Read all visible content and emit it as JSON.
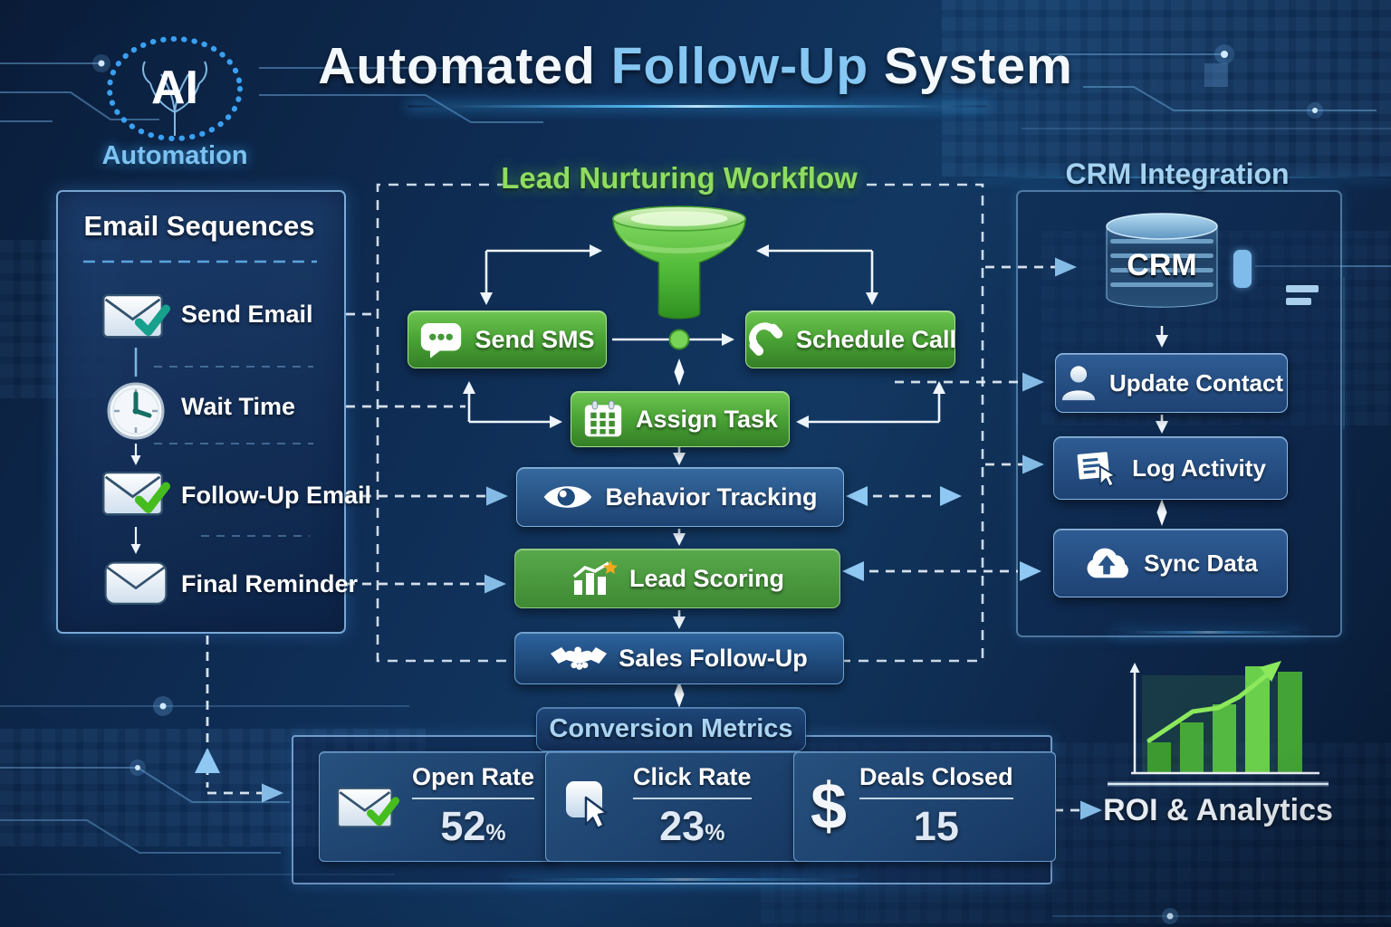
{
  "header": {
    "logo": {
      "text": "AI",
      "caption": "Automation",
      "icon": "ai-brain-icon"
    },
    "title": {
      "part1": "Automated",
      "part2": "Follow-Up",
      "part3": "System"
    }
  },
  "email_sequences": {
    "title": "Email Sequences",
    "items": [
      {
        "label": "Send Email",
        "icon": "email-check-teal-icon"
      },
      {
        "label": "Wait Time",
        "icon": "clock-icon"
      },
      {
        "label": "Follow-Up Email",
        "icon": "email-check-green-icon"
      },
      {
        "label": "Final Reminder",
        "icon": "envelope-icon"
      }
    ]
  },
  "workflow": {
    "title": "Lead Nurturing Workflow",
    "funnel_icon": "funnel-icon",
    "nodes": [
      {
        "label": "Send SMS",
        "icon": "sms-bubble-icon",
        "style": "green"
      },
      {
        "label": "Schedule Call",
        "icon": "phone-icon",
        "style": "green"
      },
      {
        "label": "Assign Task",
        "icon": "calendar-icon",
        "style": "green"
      },
      {
        "label": "Behavior Tracking",
        "icon": "eye-icon",
        "style": "blue"
      },
      {
        "label": "Lead Scoring",
        "icon": "bar-chart-star-icon",
        "style": "green"
      },
      {
        "label": "Sales Follow-Up",
        "icon": "handshake-icon",
        "style": "blue"
      }
    ]
  },
  "crm": {
    "title": "CRM Integration",
    "database_label": "CRM",
    "database_icon": "database-icon",
    "nodes": [
      {
        "label": "Update Contact",
        "icon": "person-icon"
      },
      {
        "label": "Log Activity",
        "icon": "log-document-icon"
      },
      {
        "label": "Sync Data",
        "icon": "cloud-upload-icon"
      }
    ]
  },
  "metrics": {
    "title": "Conversion Metrics",
    "cards": [
      {
        "label": "Open Rate",
        "value": "52",
        "unit": "%",
        "icon": "email-open-icon"
      },
      {
        "label": "Click Rate",
        "value": "23",
        "unit": "%",
        "icon": "cursor-click-icon"
      },
      {
        "label": "Deals Closed",
        "value": "15",
        "unit": "",
        "icon": "dollar-icon"
      }
    ]
  },
  "analytics": {
    "label": "ROI & Analytics",
    "icon": "growth-chart-icon"
  },
  "colors": {
    "background": "#0c2142",
    "accent_green": "#4fae36",
    "accent_light_blue": "#8ec9f0",
    "workflow_title_green": "#8edd60",
    "node_blue": "#2a5a92"
  }
}
